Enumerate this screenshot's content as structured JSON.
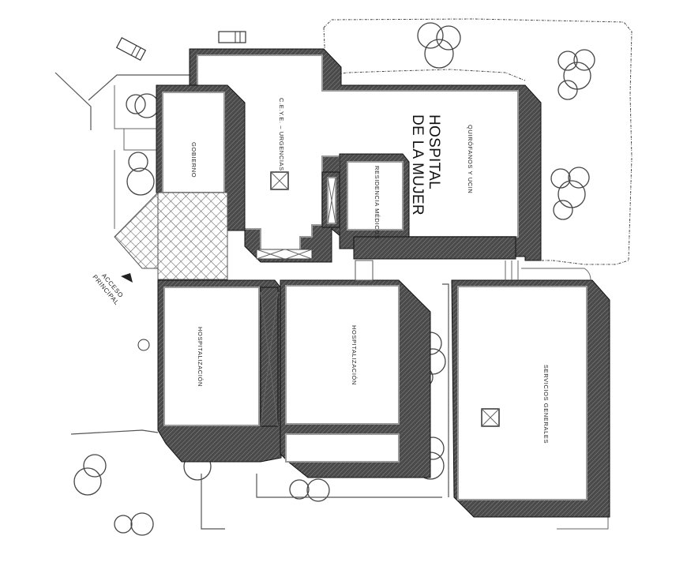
{
  "drawing": {
    "type": "architectural site/roof plan",
    "project_title_line1": "HOSPITAL",
    "project_title_line2": "DE LA MUJER"
  },
  "rooms": {
    "quirofanos": "QUIRÓFANOS  Y  UCIN",
    "ceye": "C.E.Y.E.  –  URGENCIAS",
    "gobierno": "GOBIERNO",
    "residencia": "RESIDENCIA  MÉDICOS",
    "hospitalizacion_west": "HOSPITALIZACIÓN",
    "hospitalizacion_center": "HOSPITALIZACIÓN",
    "servicios_generales": "SERVICIOS  GENERALES"
  },
  "annotations": {
    "access_line1": "ACCESO",
    "access_line2": "PRINCIPAL"
  },
  "colors": {
    "wall_fill": "#3c3c3c",
    "line": "#555555",
    "background": "#ffffff"
  }
}
